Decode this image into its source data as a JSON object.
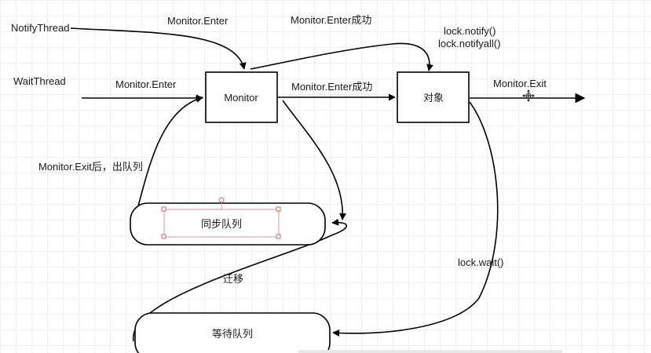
{
  "actors": {
    "notify_thread": "NotifyThread",
    "wait_thread": "WaitThread"
  },
  "nodes": {
    "monitor": "Monitor",
    "object": "对象",
    "sync_queue": "同步队列",
    "wait_queue": "等待队列"
  },
  "edges": {
    "notify_enter": "Monitor.Enter",
    "wait_enter": "Monitor.Enter",
    "top_enter_success": "Monitor.Enter成功",
    "mid_enter_success": "Monitor.Enter成功",
    "notify_calls": [
      "lock.notify()",
      "lock.notifyall()"
    ],
    "exit": "Monitor.Exit",
    "exit_dequeue": "Monitor.Exit后，出队列",
    "migrate": "迁移",
    "wait": "lock.wait()"
  },
  "colors": {
    "line": "#000000",
    "selection": "#d99a9a",
    "grid": "#eeeeee"
  }
}
